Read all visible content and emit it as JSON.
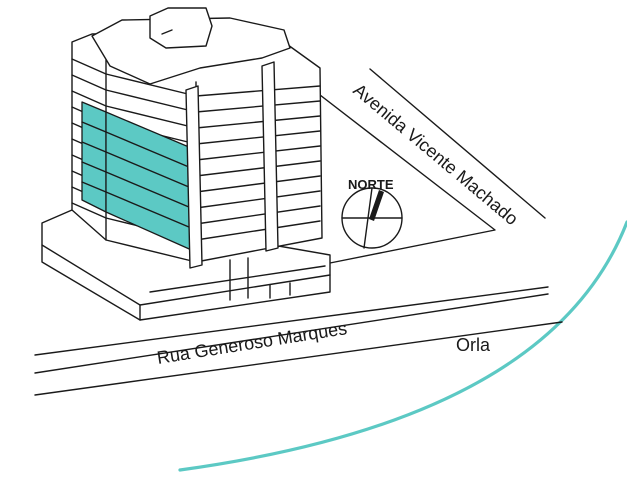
{
  "map": {
    "streets": {
      "avenida": "Avenida Vicente Machado",
      "rua": "Rua Generoso Marques"
    },
    "coast_label": "Orla",
    "compass_label": "NORTE",
    "highlight_color": "#5cc9c4",
    "line_color": "#1a1a1a"
  }
}
